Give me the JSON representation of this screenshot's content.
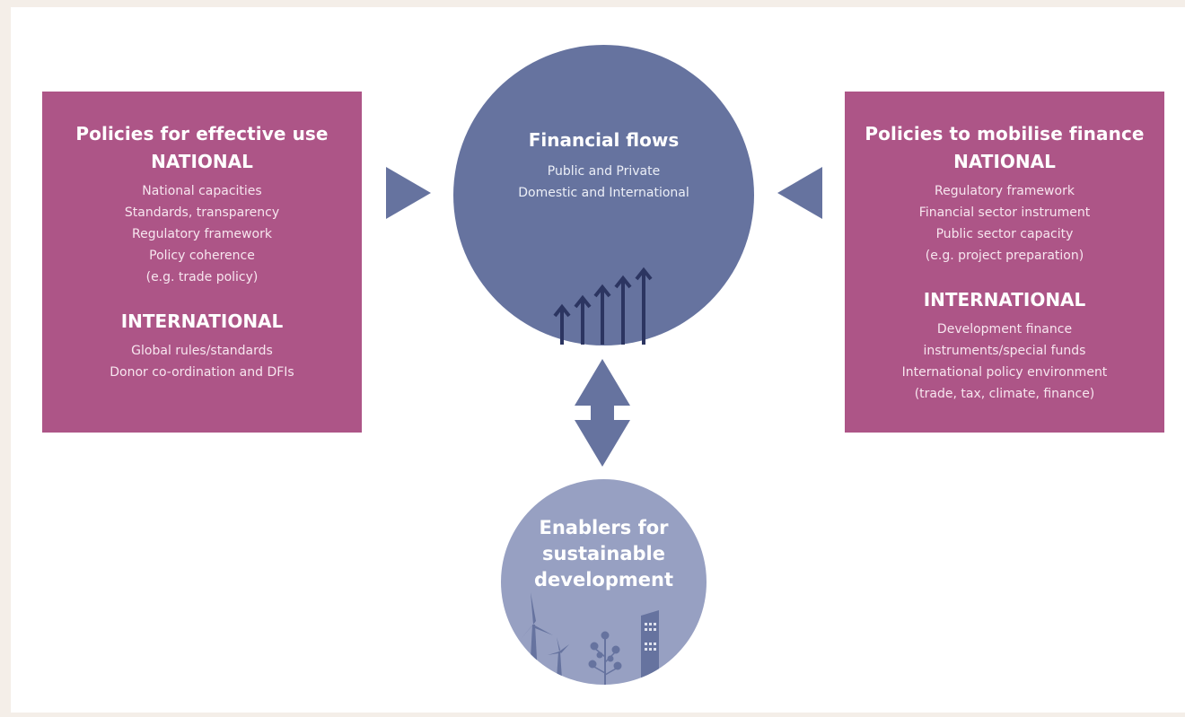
{
  "left_panel": {
    "title": "Policies for effective use",
    "national_heading": "NATIONAL",
    "national_items": [
      "National capacities",
      "Standards, transparency",
      "Regulatory framework",
      "Policy coherence",
      "(e.g. trade policy)"
    ],
    "international_heading": "INTERNATIONAL",
    "international_items": [
      "Global rules/standards",
      "Donor co-ordination and DFIs"
    ]
  },
  "center": {
    "title": "Financial flows",
    "lines": [
      "Public and Private",
      "Domestic and International"
    ]
  },
  "right_panel": {
    "title": "Policies to mobilise finance",
    "national_heading": "NATIONAL",
    "national_items": [
      "Regulatory framework",
      "Financial sector instrument",
      "Public sector capacity",
      "(e.g. project preparation)"
    ],
    "international_heading": "INTERNATIONAL",
    "international_items": [
      "Development finance",
      "instruments/special funds",
      "International policy environment",
      "(trade, tax, climate, finance)"
    ]
  },
  "bottom": {
    "title_lines": [
      "Enablers for",
      "sustainable",
      "development"
    ]
  },
  "colors": {
    "panel": "#ad5587",
    "flows_circle": "#66739f",
    "enablers_circle": "#97a0c2",
    "arrows": "#66739f",
    "icon_dark": "#2c3561"
  },
  "icons": [
    "growth-arrows-icon",
    "wind-turbine-icon",
    "tree-icon",
    "building-icon"
  ]
}
